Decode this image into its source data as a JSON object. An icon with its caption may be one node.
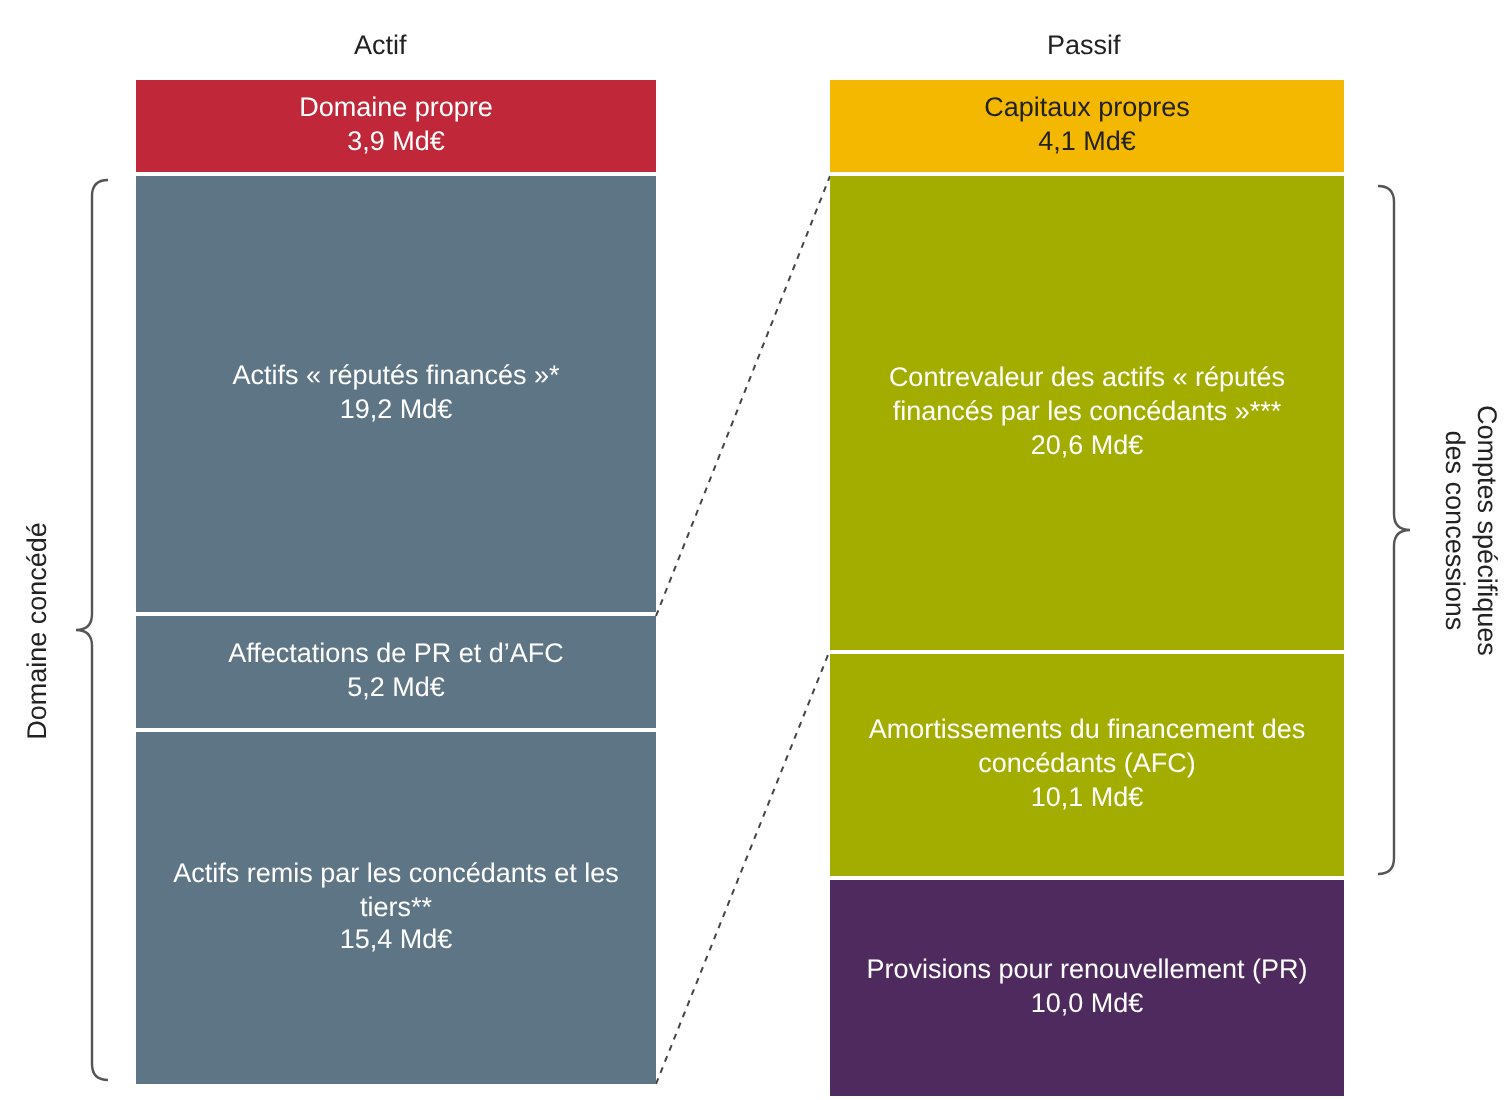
{
  "diagram": {
    "nodes": [
      {
        "text": [
          "Domaine propre",
          "3,9 Md€"
        ]
      },
      {
        "text": [
          "Actifs « réputés financés »*",
          "19,2 Md€"
        ]
      },
      {
        "text": [
          "Affectations de PR et d’AFC",
          "5,2 Md€"
        ]
      },
      {
        "text": [
          "Actifs remis par les concédants et les tiers**",
          "15,4 Md€"
        ]
      },
      {
        "text": [
          "Capitaux propres",
          "4,1 Md€"
        ]
      },
      {
        "text": [
          "Contrevaleur des actifs « réputés financés par les concédants »***",
          "20,6 Md€"
        ]
      },
      {
        "text": [
          "Amortissements du financement des concédants (AFC)",
          "10,1 Md€"
        ]
      },
      {
        "text": [
          "Provisions pour renouvellement (PR)",
          "10,0 Md€"
        ]
      }
    ],
    "edges": [
      {
        "from": 2,
        "to": 5,
        "arrow": "none",
        "style": "dashed"
      },
      {
        "from": 3,
        "to": 5,
        "arrow": "none",
        "style": "dashed"
      }
    ],
    "labels": [
      "Actif",
      "Passif",
      "Domaine concédé",
      "Comptes spécifiques des concessions"
    ]
  }
}
